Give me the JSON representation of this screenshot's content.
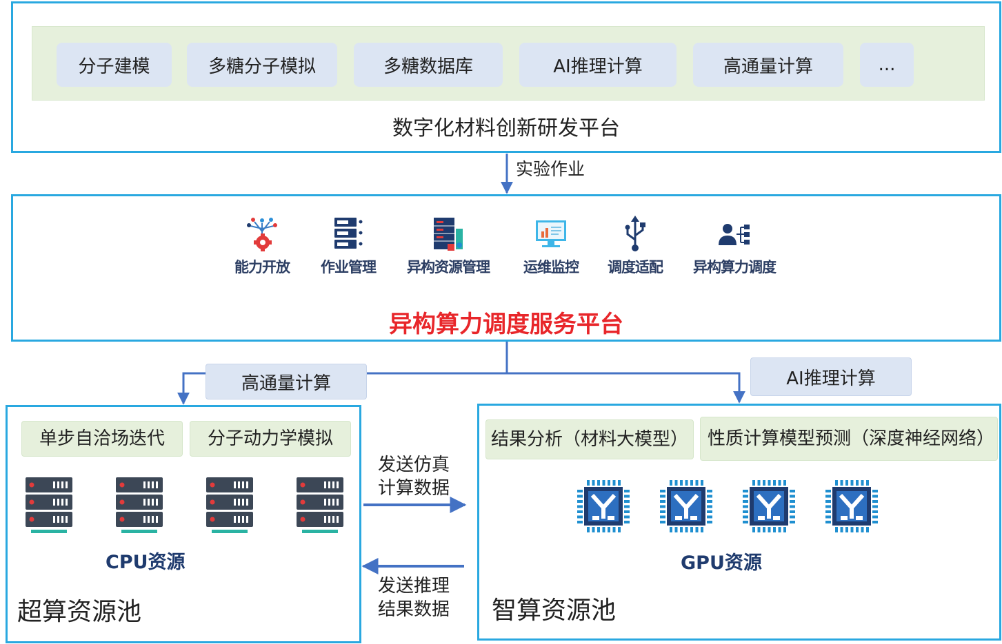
{
  "top_platform": {
    "modules": [
      "分子建模",
      "多糖分子模拟",
      "多糖数据库",
      "AI推理计算",
      "高通量计算",
      "..."
    ],
    "title": "数字化材料创新研发平台"
  },
  "arrow_label": "实验作业",
  "mid_platform": {
    "services": [
      {
        "label": "能力开放",
        "icon": "network-gear-icon"
      },
      {
        "label": "作业管理",
        "icon": "server-stack-icon"
      },
      {
        "label": "异构资源管理",
        "icon": "server-rack-icon"
      },
      {
        "label": "运维监控",
        "icon": "monitor-chart-icon"
      },
      {
        "label": "调度适配",
        "icon": "usb-icon"
      },
      {
        "label": "异构算力调度",
        "icon": "user-hierarchy-icon"
      }
    ],
    "title": "异构算力调度服务平台",
    "title_color": "#e8262a"
  },
  "branch_left_label": "高通量计算",
  "branch_right_label": "AI推理计算",
  "left_pool": {
    "tasks": [
      "单步自洽场迭代",
      "分子动力学模拟"
    ],
    "resource_label": "CPU资源",
    "resource_icon": "server-icon",
    "title": "超算资源池"
  },
  "right_pool": {
    "tasks": [
      "结果分析（材料大模型）",
      "性质计算模型预测（深度神经网络）"
    ],
    "resource_label": "GPU资源",
    "resource_icon": "gpu-chip-icon",
    "title": "智算资源池"
  },
  "flows": {
    "to_right": "发送仿真计算数据",
    "to_left": "发送推理结果数据"
  },
  "colors": {
    "border": "#29a8e0",
    "arrow": "#4472c4",
    "pill_blue": "#dce5f3",
    "pill_green": "#e6f0dc",
    "icon_navy": "#1f3b6e"
  }
}
